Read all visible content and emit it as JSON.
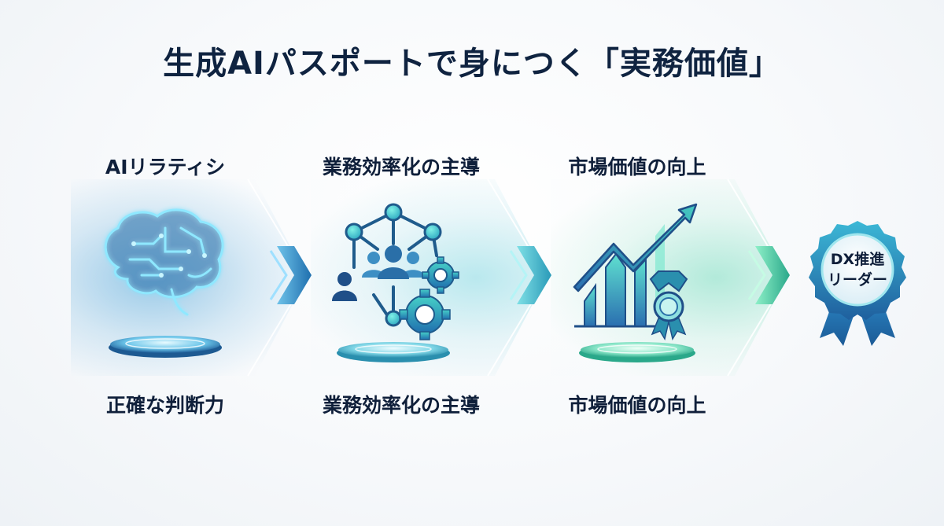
{
  "title": "生成AIパスポートで身につく「実務価値」",
  "steps": [
    {
      "top_label": "AIリラティシ",
      "bottom_label": "正確な判断力",
      "icon": "brain-circuit-icon",
      "accent": "#2a8fd0"
    },
    {
      "top_label": "業務効率化の主導",
      "bottom_label": "業務効率化の主導",
      "icon": "team-network-gears-icon",
      "accent": "#2ab0c4"
    },
    {
      "top_label": "市場価値の向上",
      "bottom_label": "市場価値の向上",
      "icon": "growth-chart-medal-icon",
      "accent": "#35c49a"
    }
  ],
  "goal": {
    "badge_line1": "DX推進",
    "badge_line2": "リーダー",
    "icon": "award-rosette-icon",
    "accent": "#1f6fae"
  },
  "colors": {
    "title": "#0f2340",
    "blue": "#2a7fc0",
    "teal": "#2ab0c4",
    "green": "#35c49a"
  }
}
